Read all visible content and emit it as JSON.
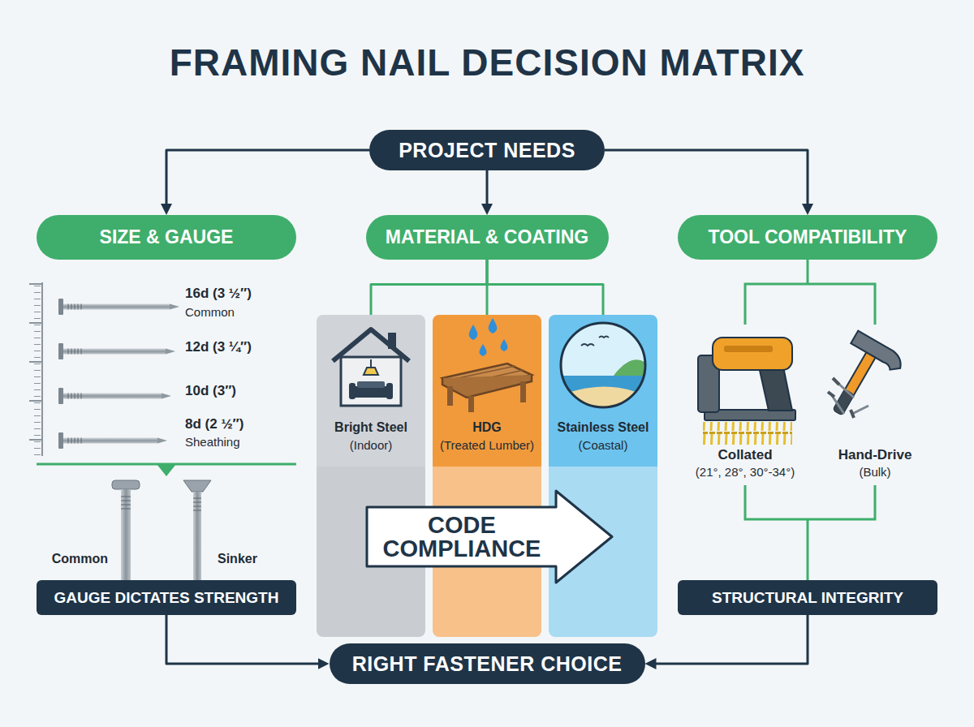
{
  "diagram": {
    "title": "FRAMING NAIL DECISION MATRIX",
    "nodes": [
      {
        "text": [
          "PROJECT NEEDS"
        ]
      },
      {
        "text": [
          "SIZE & GAUGE"
        ]
      },
      {
        "text": [
          "MATERIAL & COATING"
        ]
      },
      {
        "text": [
          "TOOL COMPATIBILITY"
        ]
      },
      {
        "text": [
          "Bright Steel",
          "(Indoor)"
        ]
      },
      {
        "text": [
          "HDG",
          "(Treated Lumber)"
        ]
      },
      {
        "text": [
          "Stainless Steel",
          "(Coastal)"
        ]
      },
      {
        "text": [
          "CODE COMPLIANCE"
        ]
      },
      {
        "text": [
          "GAUGE DICTATES STRENGTH"
        ]
      },
      {
        "text": [
          "STRUCTURAL INTEGRITY"
        ]
      },
      {
        "text": [
          "RIGHT FASTENER CHOICE"
        ]
      }
    ],
    "edges": [
      {
        "from": 0,
        "to": 1,
        "arrow": "to"
      },
      {
        "from": 0,
        "to": 2,
        "arrow": "to"
      },
      {
        "from": 0,
        "to": 3,
        "arrow": "to"
      },
      {
        "from": 2,
        "to": 4,
        "arrow": "none"
      },
      {
        "from": 2,
        "to": 5,
        "arrow": "none"
      },
      {
        "from": 2,
        "to": 6,
        "arrow": "none"
      },
      {
        "from": 8,
        "to": 10,
        "arrow": "to"
      },
      {
        "from": 9,
        "to": 10,
        "arrow": "to"
      }
    ],
    "labels": [
      "16d (3 ½″)",
      "Common",
      "12d (3 ¼″)",
      "10d (3″)",
      "8d (2 ½″)",
      "Sheathing",
      "Common",
      "Sinker",
      "Collated",
      "(21°, 28°, 30°-34°)",
      "Hand-Drive",
      "(Bulk)"
    ]
  }
}
